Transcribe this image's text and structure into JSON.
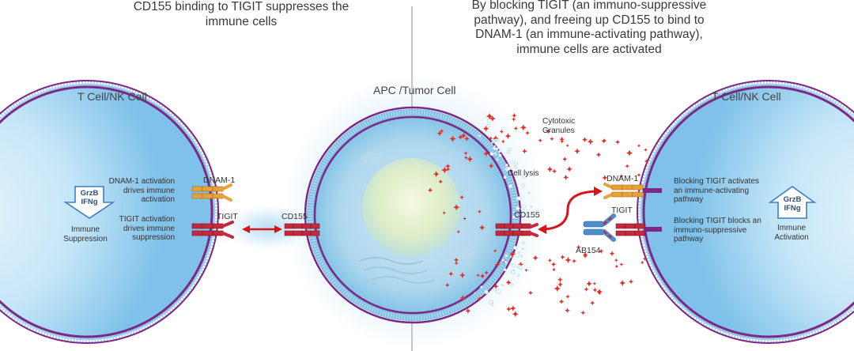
{
  "left_panel": {
    "title": "CD155 binding to TIGIT suppresses the immune cells",
    "cell_label": "T Cell/NK Cell",
    "dnam_label": "DNAM-1",
    "tigit_label": "TIGIT",
    "cd155_label": "CD155",
    "dnam_note": "DNAM-1 activation drives immune activation",
    "tigit_note": "TIGIT activation drives immune suppression",
    "arrow_text": "GrzB IFNg",
    "arrow_caption": "Immune Suppression"
  },
  "center": {
    "cell_label": "APC /Tumor Cell"
  },
  "right_panel": {
    "title": "By blocking TIGIT (an immuno-suppressive pathway), and freeing up CD155 to bind to DNAM-1 (an immune-activating pathway), immune cells are activated",
    "cell_label": "T Cell/NK Cell",
    "granules_label": "Cytotoxic Granules",
    "lysis_label": "Cell lysis",
    "cd155_label": "CD155",
    "dnam_label": "DNAM-1",
    "tigit_label": "TIGIT",
    "antibody_label": "AB154",
    "blocking_note_1": "Blocking TIGIT activates an immune-activating pathway",
    "blocking_note_2": "Blocking TIGIT blocks an immuno-suppressive pathway",
    "arrow_text": "GrzB IFNg",
    "arrow_caption": "Immune Activation"
  },
  "colors": {
    "membrane": "#7a2a86",
    "tigit": "#c6283c",
    "dnam": "#e8a23a",
    "arrow_red": "#d8141c",
    "granule": "#e0312a",
    "cell_blue": "#9fd2ef",
    "outline_arrow": "#3d7fc1",
    "divider": "#b0b0b0"
  }
}
